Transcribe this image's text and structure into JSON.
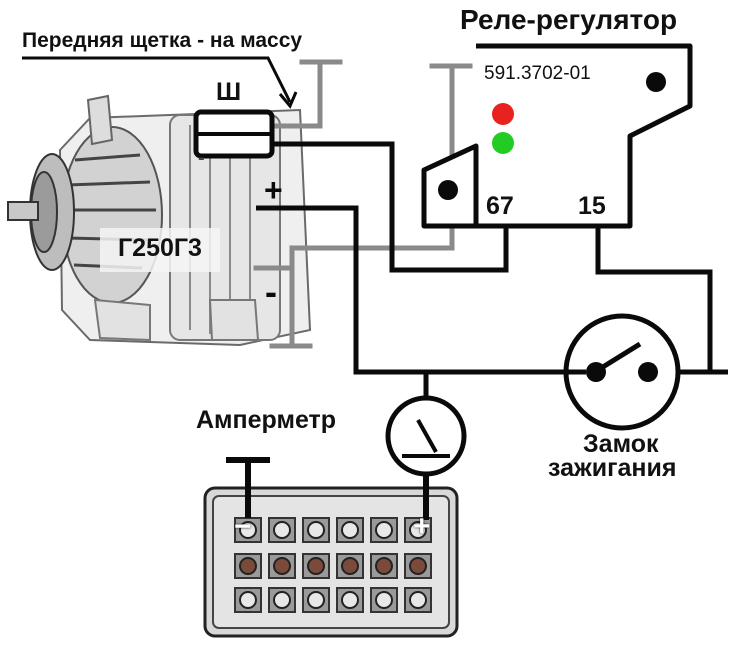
{
  "title": "Реле-регулятор",
  "front_brush_note": "Передняя щетка - на массу",
  "brush_terminal": "Ш",
  "alternator": {
    "model": "Г250Г3",
    "plus_symbol": "+",
    "minus_symbol": "-"
  },
  "regulator": {
    "model": "591.3702-01",
    "terminal_67": "67",
    "terminal_15": "15",
    "led_colors": [
      "#e8221e",
      "#22cc22"
    ]
  },
  "ammeter_label": "Амперметр",
  "ignition_lock": {
    "line1": "Замок",
    "line2": "зажигания"
  },
  "battery": {
    "minus_symbol": "−",
    "plus_symbol": "+"
  },
  "colors": {
    "wire_black": "#0a0a0a",
    "wire_ground": "#8a8a8a"
  }
}
